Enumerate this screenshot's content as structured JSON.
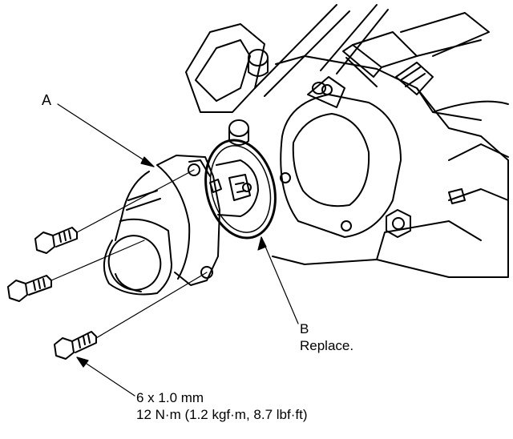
{
  "callouts": {
    "a": "A",
    "b": "B",
    "b_note": "Replace.",
    "bolt_size": "6 x 1.0 mm",
    "torque": "12 N·m (1.2 kgf·m, 8.7 lbf·ft)"
  },
  "colors": {
    "ink": "#000000",
    "paper": "#ffffff"
  },
  "icons": {
    "thermostat_housing": "thermostat-housing-icon",
    "o_ring": "o-ring-icon",
    "bolt": "flange-bolt-icon",
    "engine_block": "engine-block-icon"
  }
}
